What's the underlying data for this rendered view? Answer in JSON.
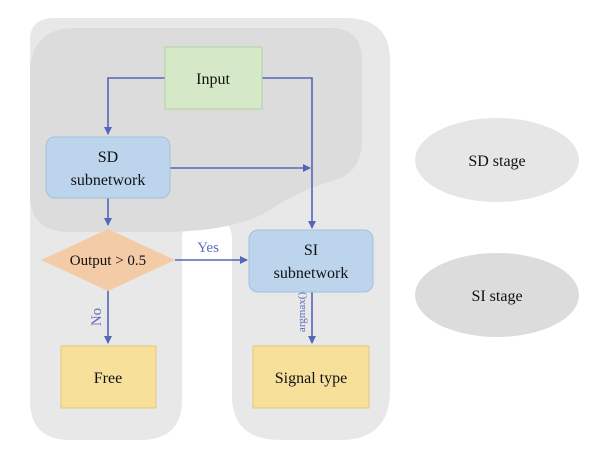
{
  "nodes": {
    "input": "Input",
    "sd_line1": "SD",
    "sd_line2": "subnetwork",
    "decision": "Output > 0.5",
    "si_line1": "SI",
    "si_line2": "subnetwork",
    "free": "Free",
    "signal": "Signal type"
  },
  "edges": {
    "yes": "Yes",
    "no": "No",
    "argmax": "argmax()"
  },
  "legend": {
    "sd_stage": "SD stage",
    "si_stage": "SI stage"
  },
  "colors": {
    "input_fill": "#d5e8c7",
    "input_stroke": "#b5cfa2",
    "subnet_fill": "#bcd4ec",
    "subnet_stroke": "#a2bfdc",
    "decision_fill": "#f4cba7",
    "output_fill": "#f7e09a",
    "output_stroke": "#e3c878",
    "arrow": "#5466b8",
    "label": "#5b6bbf",
    "si_region": "#e6e6e6",
    "sd_region": "#dadada"
  }
}
